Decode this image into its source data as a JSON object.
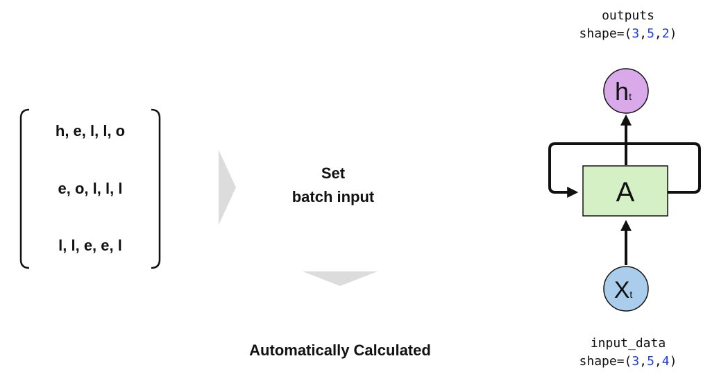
{
  "input_matrix": {
    "rows": [
      "h, e, l, l, o",
      "e, o, l, l, l",
      "l, l, e, e, l"
    ]
  },
  "center_label": {
    "line1": "Set",
    "line2": "batch input"
  },
  "bottom_label": "Automatically Calculated",
  "outputs": {
    "name": "outputs",
    "shape_prefix": "shape=(",
    "dims": [
      "3",
      "5",
      "2"
    ],
    "shape_suffix": ")"
  },
  "input_data": {
    "name": "input_data",
    "shape_prefix": "shape=(",
    "dims": [
      "3",
      "5",
      "4"
    ],
    "shape_suffix": ")"
  },
  "rnn": {
    "cell_label": "A",
    "output_node": {
      "main": "h",
      "sub": "t"
    },
    "input_node": {
      "main": "X",
      "sub": "t"
    }
  },
  "colors": {
    "output_node_fill": "#d9a9e9",
    "input_node_fill": "#a9cdea",
    "cell_fill": "#d6f0c6",
    "shape_number": "#1f3fe0",
    "arrow_gray": "#dcdcdc"
  }
}
